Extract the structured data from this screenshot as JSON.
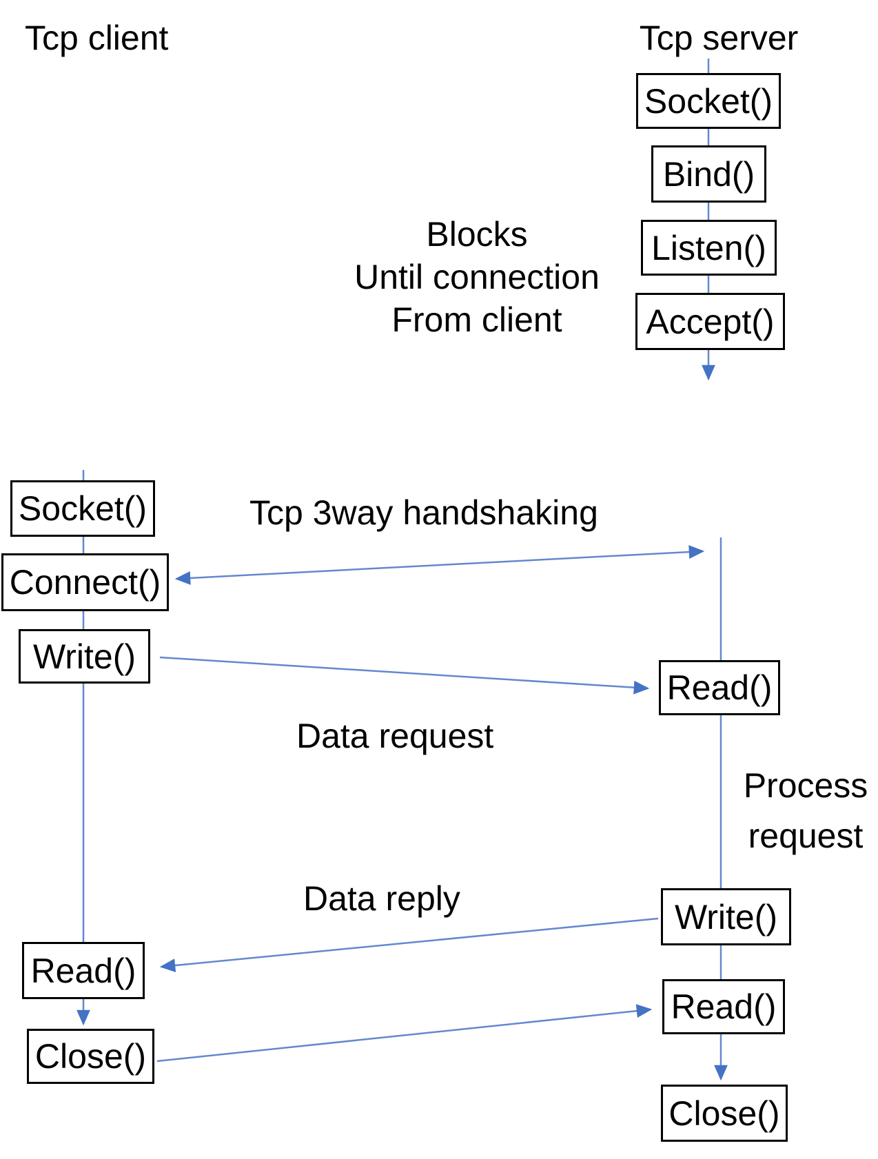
{
  "titles": {
    "client": "Tcp client",
    "server": "Tcp server"
  },
  "server_setup": {
    "boxes": [
      {
        "label": "Socket()"
      },
      {
        "label": "Bind()"
      },
      {
        "label": "Listen()"
      },
      {
        "label": "Accept()"
      }
    ]
  },
  "client_flow": {
    "boxes": [
      {
        "label": "Socket()"
      },
      {
        "label": "Connect()"
      },
      {
        "label": "Write()"
      },
      {
        "label": "Read()"
      },
      {
        "label": "Close()"
      }
    ]
  },
  "server_flow": {
    "boxes": [
      {
        "label": "Read()"
      },
      {
        "label": "Write()"
      },
      {
        "label": "Read()"
      },
      {
        "label": "Close()"
      }
    ]
  },
  "annotations": {
    "blocks_note": {
      "lines": [
        "Blocks",
        "Until connection",
        "From client"
      ]
    },
    "handshake_label": "Tcp 3way handshaking",
    "data_request_label": "Data request",
    "process_note": {
      "lines": [
        "Process",
        "request"
      ]
    },
    "data_reply_label": "Data reply"
  },
  "colors": {
    "connector_line": "#6288cf",
    "arrowhead": "#4472c4",
    "box_border": "#000000",
    "text": "#000000",
    "background": "#ffffff"
  }
}
